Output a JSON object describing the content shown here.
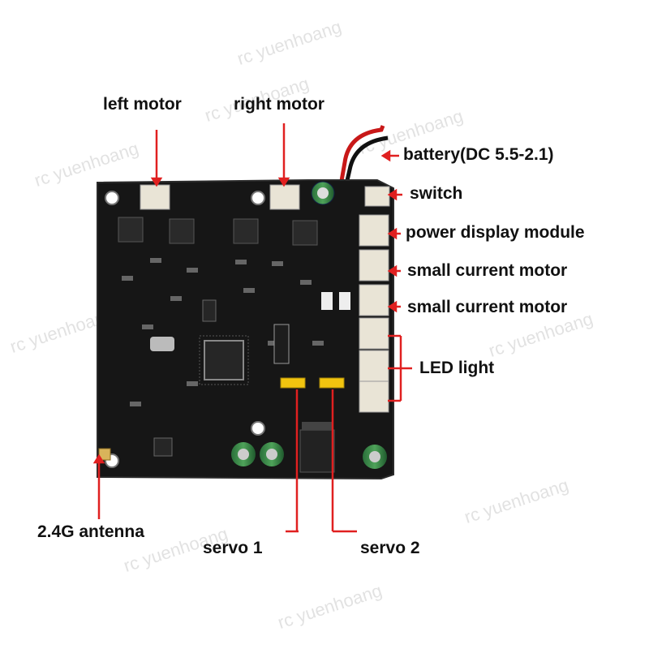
{
  "labels": {
    "left_motor": "left motor",
    "right_motor": "right motor",
    "battery": "battery(DC 5.5-2.1)",
    "switch": "switch",
    "power_display": "power display module",
    "small_motor_1": "small current motor",
    "small_motor_2": "small current motor",
    "led_light": "LED light",
    "antenna": "2.4G antenna",
    "servo1": "servo 1",
    "servo2": "servo 2"
  },
  "watermark": "rc yuenhoang",
  "colors": {
    "pcb": "#161616",
    "callout": "#e02020",
    "connector": "#e9e4d6",
    "label_text": "#111111"
  }
}
